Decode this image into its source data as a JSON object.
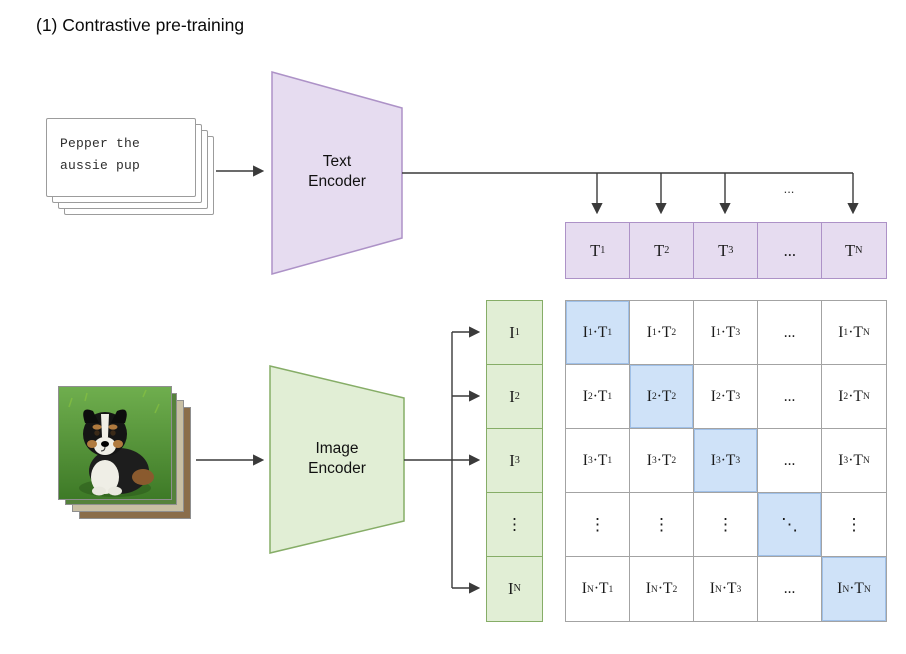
{
  "diagram_title": "(1) Contrastive pre-training",
  "text_input": {
    "line1": "Pepper the",
    "line2": "aussie pup"
  },
  "text_encoder": {
    "line1": "Text",
    "line2": "Encoder"
  },
  "image_encoder": {
    "line1": "Image",
    "line2": "Encoder"
  },
  "top_ellipsis": "...",
  "text_embeddings": [
    "T<sub>1</sub>",
    "T<sub>2</sub>",
    "T<sub>3</sub>",
    "...",
    "T<sub>N</sub>"
  ],
  "image_embeddings": [
    "I<sub>1</sub>",
    "I<sub>2</sub>",
    "I<sub>3</sub>",
    "⋮",
    "I<sub>N</sub>"
  ],
  "matrix": {
    "rows": [
      {
        "cells": [
          {
            "label": "I<sub>1</sub>·T<sub>1</sub>",
            "highlight": true
          },
          {
            "label": "I<sub>1</sub>·T<sub>2</sub>",
            "highlight": false
          },
          {
            "label": "I<sub>1</sub>·T<sub>3</sub>",
            "highlight": false
          },
          {
            "label": "...",
            "highlight": false
          },
          {
            "label": "I<sub>1</sub>·T<sub>N</sub>",
            "highlight": false
          }
        ]
      },
      {
        "cells": [
          {
            "label": "I<sub>2</sub>·T<sub>1</sub>",
            "highlight": false
          },
          {
            "label": "I<sub>2</sub>·T<sub>2</sub>",
            "highlight": true
          },
          {
            "label": "I<sub>2</sub>·T<sub>3</sub>",
            "highlight": false
          },
          {
            "label": "...",
            "highlight": false
          },
          {
            "label": "I<sub>2</sub>·T<sub>N</sub>",
            "highlight": false
          }
        ]
      },
      {
        "cells": [
          {
            "label": "I<sub>3</sub>·T<sub>1</sub>",
            "highlight": false
          },
          {
            "label": "I<sub>3</sub>·T<sub>2</sub>",
            "highlight": false
          },
          {
            "label": "I<sub>3</sub>·T<sub>3</sub>",
            "highlight": true
          },
          {
            "label": "...",
            "highlight": false
          },
          {
            "label": "I<sub>3</sub>·T<sub>N</sub>",
            "highlight": false
          }
        ]
      },
      {
        "cells": [
          {
            "label": "⋮",
            "highlight": false
          },
          {
            "label": "⋮",
            "highlight": false
          },
          {
            "label": "⋮",
            "highlight": false
          },
          {
            "label": "⋱",
            "highlight": true
          },
          {
            "label": "⋮",
            "highlight": false
          }
        ]
      },
      {
        "cells": [
          {
            "label": "I<sub>N</sub>·T<sub>1</sub>",
            "highlight": false
          },
          {
            "label": "I<sub>N</sub>·T<sub>2</sub>",
            "highlight": false
          },
          {
            "label": "I<sub>N</sub>·T<sub>3</sub>",
            "highlight": false
          },
          {
            "label": "...",
            "highlight": false
          },
          {
            "label": "I<sub>N</sub>·T<sub>N</sub>",
            "highlight": true
          }
        ]
      }
    ]
  },
  "colors": {
    "purple_fill": "#e6dcf0",
    "purple_border": "#ad92c7",
    "green_fill": "#e1eed5",
    "green_border": "#86ad67",
    "highlight_fill": "#cfe2f8",
    "grid_border": "#a3a3a3",
    "arrow": "#3a3a3a"
  }
}
